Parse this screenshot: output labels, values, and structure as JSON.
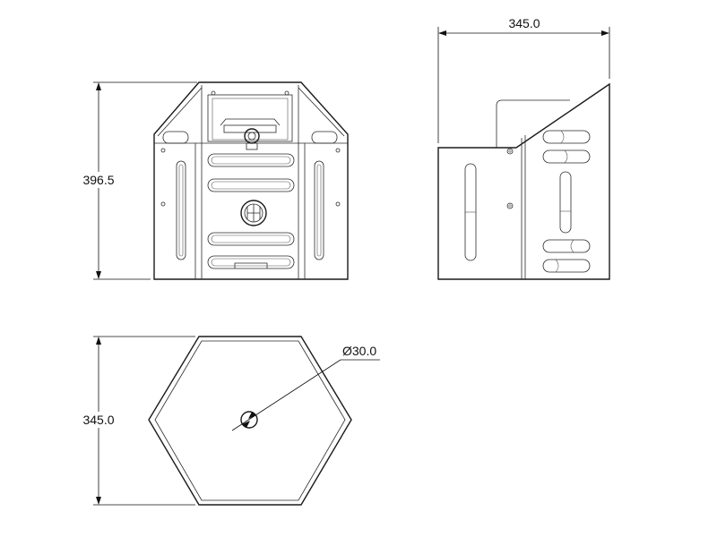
{
  "dimensions": {
    "front_height": "396.5",
    "side_width": "345.0",
    "top_width": "345.0",
    "hole_diameter": "Ø30.0"
  }
}
